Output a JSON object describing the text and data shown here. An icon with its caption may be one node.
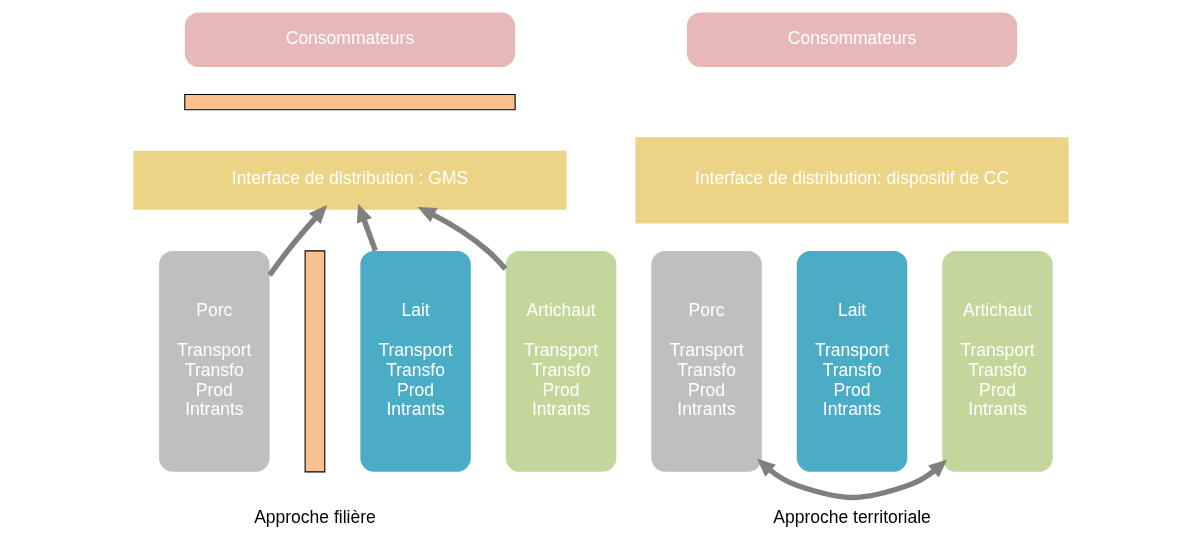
{
  "diagram": {
    "nodes": [
      {
        "text": [
          "Consommateurs"
        ]
      },
      {
        "text": [],
        "shape": "bar"
      },
      {
        "text": [
          "Interface de distribution : GMS"
        ]
      },
      {
        "text": [
          "Porc",
          "Transport Transfo Prod Intrants"
        ]
      },
      {
        "text": [],
        "shape": "bar"
      },
      {
        "text": [
          "Lait",
          "Transport Transfo Prod Intrants"
        ]
      },
      {
        "text": [
          "Artichaut",
          "Transport Transfo Prod Intrants"
        ]
      },
      {
        "text": [
          "Consommateurs"
        ]
      },
      {
        "text": [
          "Interface de distribution: dispositif de CC"
        ]
      },
      {
        "text": [
          "Porc",
          "Transport Transfo Prod Intrants"
        ]
      },
      {
        "text": [
          "Lait",
          "Transport Transfo Prod Intrants"
        ]
      },
      {
        "text": [
          "Artichaut",
          "Transport Transfo Prod Intrants"
        ]
      }
    ],
    "edges": [
      {
        "from": 3,
        "to": 2,
        "arrow": "to"
      },
      {
        "from": 5,
        "to": 2,
        "arrow": "to"
      },
      {
        "from": 6,
        "to": 2,
        "arrow": "to"
      },
      {
        "from": 9,
        "to": 11,
        "arrow": "both"
      }
    ],
    "labels": [
      "Approche filière",
      "Approche territoriale"
    ]
  }
}
